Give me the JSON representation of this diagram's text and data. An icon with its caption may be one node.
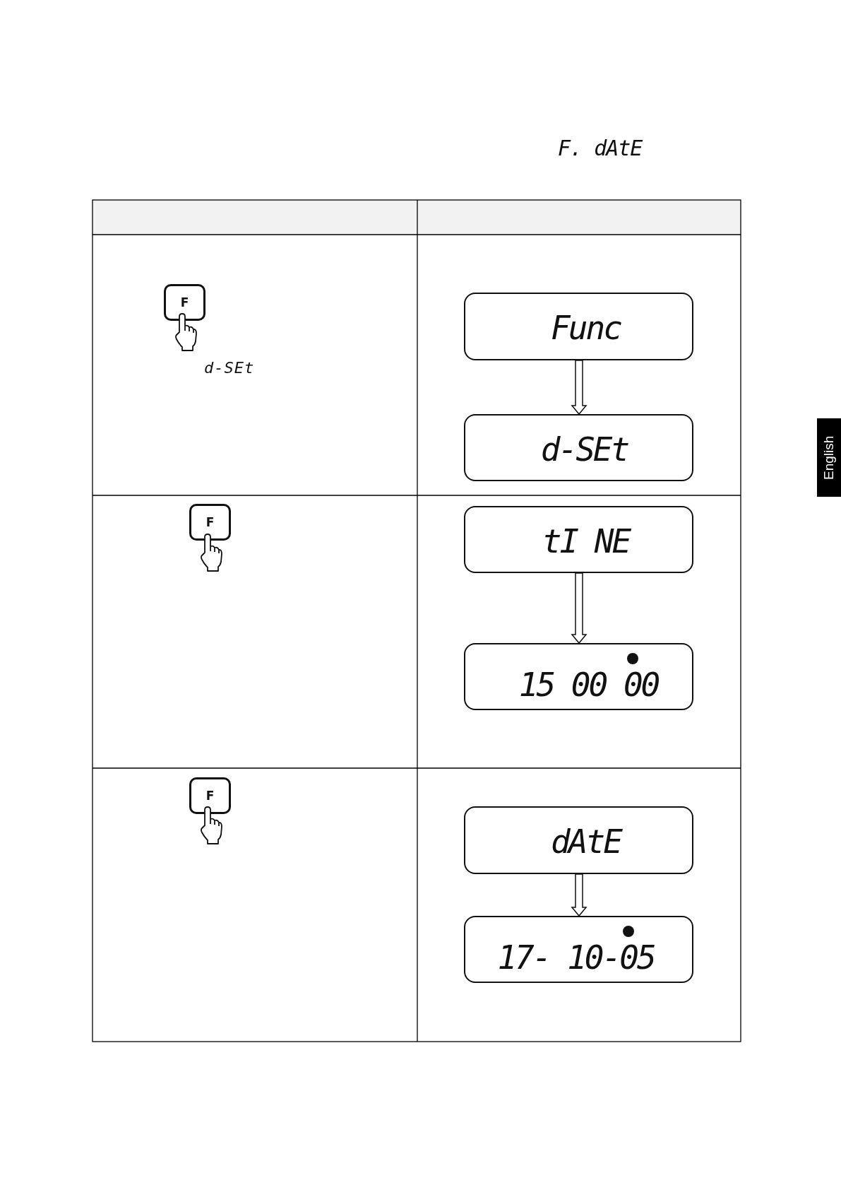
{
  "diagram": {
    "nodes": [
      {
        "text": [
          "F"
        ]
      },
      {
        "text": [
          "Func"
        ]
      },
      {
        "text": [
          "d-SEt"
        ]
      },
      {
        "text": [
          "F"
        ]
      },
      {
        "text": [
          "tI NE"
        ]
      },
      {
        "text": [
          "15 00 00"
        ]
      },
      {
        "text": [
          "F"
        ]
      },
      {
        "text": [
          "dAtE"
        ]
      },
      {
        "text": [
          "17- 10-05"
        ]
      }
    ],
    "edges": [
      {
        "from": 1,
        "to": 2,
        "arrow": "to"
      },
      {
        "from": 4,
        "to": 5,
        "arrow": "to"
      },
      {
        "from": 7,
        "to": 8,
        "arrow": "to"
      }
    ],
    "labels": [
      "F. dAtE",
      "d-SEt",
      "English"
    ]
  }
}
